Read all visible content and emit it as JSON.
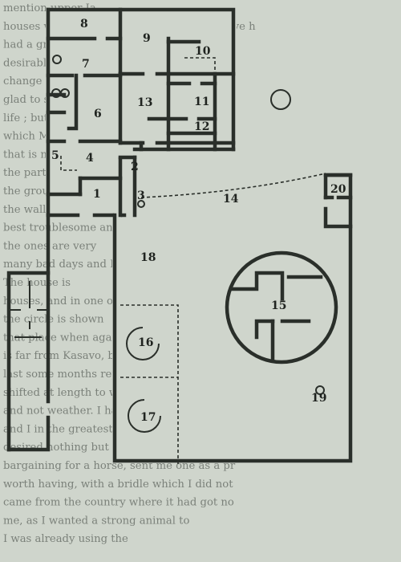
{
  "colors": {
    "paper": "#cfd5cc",
    "ink": "#2a2f2a",
    "ghost_text": "#7b817a"
  },
  "ghost_text": [
    "mention upper Ia",
    "houses with which the shafts seem, and have h",
    "had a great deal",
    "desirable it, but it is not",
    "change the plot and it will be for",
    "glad to sell",
    "life ; but with",
    "which Mr. Oliphant found a",
    "that is not our house near",
    "the part",
    "the ground",
    "the wall",
    "best troublesome and",
    "the ones are very",
    "many bad days and I am almost",
    "The house is",
    "houses, and in one of",
    "the circle is shown",
    "that place when against the",
    "is far from Kasavo, but at all it was quite",
    "last some months repeat the",
    "shifted at length to walk and",
    "and not weather. I had, however",
    "and I in the greatest haste, and I",
    "desired nothing but the animal being",
    "bargaining for a horse, sent me one as a pr",
    "worth having, with a bridle which I did not",
    "came from the country where it had got no",
    "me, as I wanted a strong animal to",
    "I was already using the"
  ],
  "rooms": [
    {
      "id": "r1",
      "label": "1"
    },
    {
      "id": "r2",
      "label": "2"
    },
    {
      "id": "r3",
      "label": "3"
    },
    {
      "id": "r4",
      "label": "4"
    },
    {
      "id": "r5",
      "label": "5"
    },
    {
      "id": "r6",
      "label": "6"
    },
    {
      "id": "r7",
      "label": "7"
    },
    {
      "id": "r8",
      "label": "8"
    },
    {
      "id": "r9",
      "label": "9"
    },
    {
      "id": "r10",
      "label": "10"
    },
    {
      "id": "r11",
      "label": "11"
    },
    {
      "id": "r12",
      "label": "12"
    },
    {
      "id": "r13",
      "label": "13"
    },
    {
      "id": "r14",
      "label": "14"
    },
    {
      "id": "r15",
      "label": "15"
    },
    {
      "id": "r16",
      "label": "16"
    },
    {
      "id": "r17",
      "label": "17"
    },
    {
      "id": "r18",
      "label": "18"
    },
    {
      "id": "r19",
      "label": "19"
    },
    {
      "id": "r20",
      "label": "20"
    }
  ]
}
